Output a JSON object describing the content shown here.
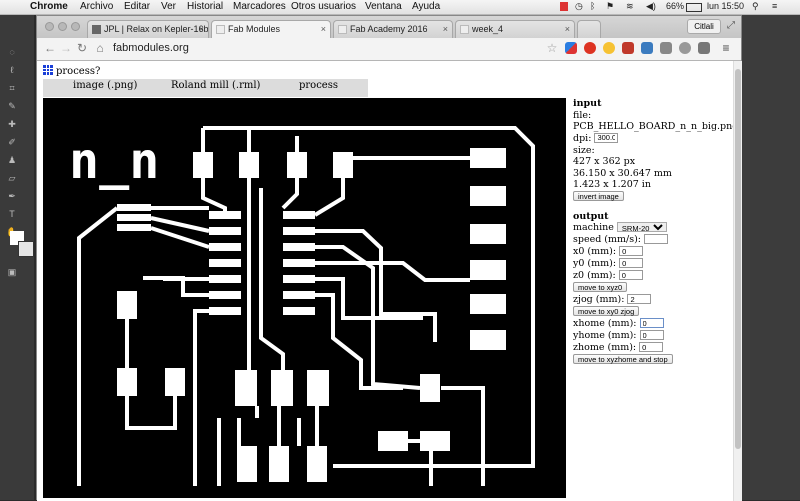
{
  "menubar": {
    "app_name": "Chrome",
    "items": [
      "Archivo",
      "Editar",
      "Ver",
      "Historial",
      "Marcadores",
      "Otros usuarios",
      "Ventana",
      "Ayuda"
    ],
    "battery": "66%",
    "clock": "lun 15:50"
  },
  "browser": {
    "tabs": [
      {
        "label": "JPL | Relax on Kepler-16b",
        "active": false
      },
      {
        "label": "Fab Modules",
        "active": true
      },
      {
        "label": "Fab Academy 2016",
        "active": false
      },
      {
        "label": "week_4",
        "active": false
      }
    ],
    "profile_label": "Citlali",
    "url": "fabmodules.org"
  },
  "page": {
    "heading": "process?",
    "menu": {
      "input_format": "image (.png)",
      "output_format": "Roland mill (.rml)",
      "process": "process"
    },
    "board_text": "n_n",
    "input": {
      "section": "input",
      "file_label": "file:",
      "file_name": "PCB_HELLO_BOARD_n_n_big.png",
      "dpi_label": "dpi:",
      "dpi_value": "300.0",
      "size_label": "size:",
      "size_px": "427 x 362 px",
      "size_mm": "36.150 x 30.647 mm",
      "size_in": "1.423 x 1.207 in",
      "invert_button": "invert image"
    },
    "output": {
      "section": "output",
      "machine_label": "machine",
      "machine_value": "SRM-20",
      "speed_label": "speed (mm/s):",
      "speed_value": "",
      "x0_label": "x0 (mm):",
      "x0_value": "0",
      "y0_label": "y0 (mm):",
      "y0_value": "0",
      "z0_label": "z0 (mm):",
      "z0_value": "0",
      "move_xyz0_button": "move to xyz0",
      "zjog_label": "zjog (mm):",
      "zjog_value": "2",
      "move_xy0_zjog_button": "move to xy0 zjog",
      "xhome_label": "xhome (mm):",
      "xhome_value": "0",
      "yhome_label": "yhome (mm):",
      "yhome_value": "0",
      "zhome_label": "zhome (mm):",
      "zhome_value": "0",
      "move_home_button": "move to xyzhome and stop"
    }
  },
  "colors": {
    "board_background": "#000000",
    "traces": "#ffffff",
    "grid_icon": "#1a3fd8"
  }
}
